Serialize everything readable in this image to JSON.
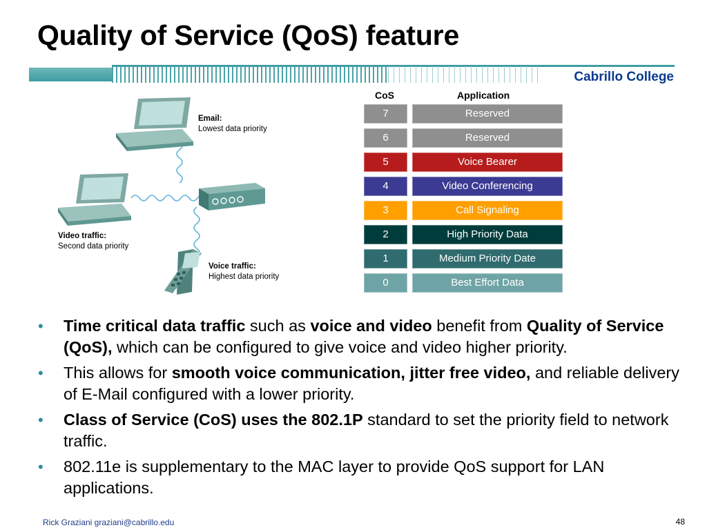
{
  "slide": {
    "title": "Quality of Service (QoS) feature",
    "logo_text": "Cabrillo College",
    "page_number": "48",
    "footer_author": "Rick Graziani  graziani@cabrillo.edu"
  },
  "diagram": {
    "email_title": "Email:",
    "email_desc": "Lowest data priority",
    "video_title": "Video traffic:",
    "video_desc": "Second data priority",
    "voice_title": "Voice traffic:",
    "voice_desc": "Highest data priority"
  },
  "cos_table": {
    "headers": {
      "cos": "CoS",
      "application": "Application"
    },
    "rows": [
      {
        "cos": "7",
        "application": "Reserved",
        "color": "#8f8f8f"
      },
      {
        "cos": "6",
        "application": "Reserved",
        "color": "#8f8f8f"
      },
      {
        "cos": "5",
        "application": "Voice Bearer",
        "color": "#b71c1c"
      },
      {
        "cos": "4",
        "application": "Video Conferencing",
        "color": "#3b3b93"
      },
      {
        "cos": "3",
        "application": "Call Signaling",
        "color": "#ff9f00"
      },
      {
        "cos": "2",
        "application": "High Priority Data",
        "color": "#003c3c"
      },
      {
        "cos": "1",
        "application": "Medium Priority Date",
        "color": "#2f6b6f"
      },
      {
        "cos": "0",
        "application": "Best Effort Data",
        "color": "#6fa4a6"
      }
    ]
  },
  "bullets": [
    [
      {
        "text": "Time critical data traffic",
        "bold": true
      },
      {
        "text": " such as ",
        "bold": false
      },
      {
        "text": "voice and video",
        "bold": true
      },
      {
        "text": " benefit from ",
        "bold": false
      },
      {
        "text": "Quality of Service (QoS),",
        "bold": true
      },
      {
        "text": " which can be configured to give voice and video higher priority.",
        "bold": false
      }
    ],
    [
      {
        "text": "This allows for ",
        "bold": false
      },
      {
        "text": "smooth voice communication, jitter free video,",
        "bold": true
      },
      {
        "text": " and reliable delivery of E-Mail configured with a lower priority.",
        "bold": false
      }
    ],
    [
      {
        "text": "Class of Service (CoS) uses the 802.1P",
        "bold": true
      },
      {
        "text": " standard to set the priority field to network traffic.",
        "bold": false
      }
    ],
    [
      {
        "text": "802.11e is supplementary to the MAC layer to provide QoS support for LAN applications.",
        "bold": false
      }
    ]
  ]
}
